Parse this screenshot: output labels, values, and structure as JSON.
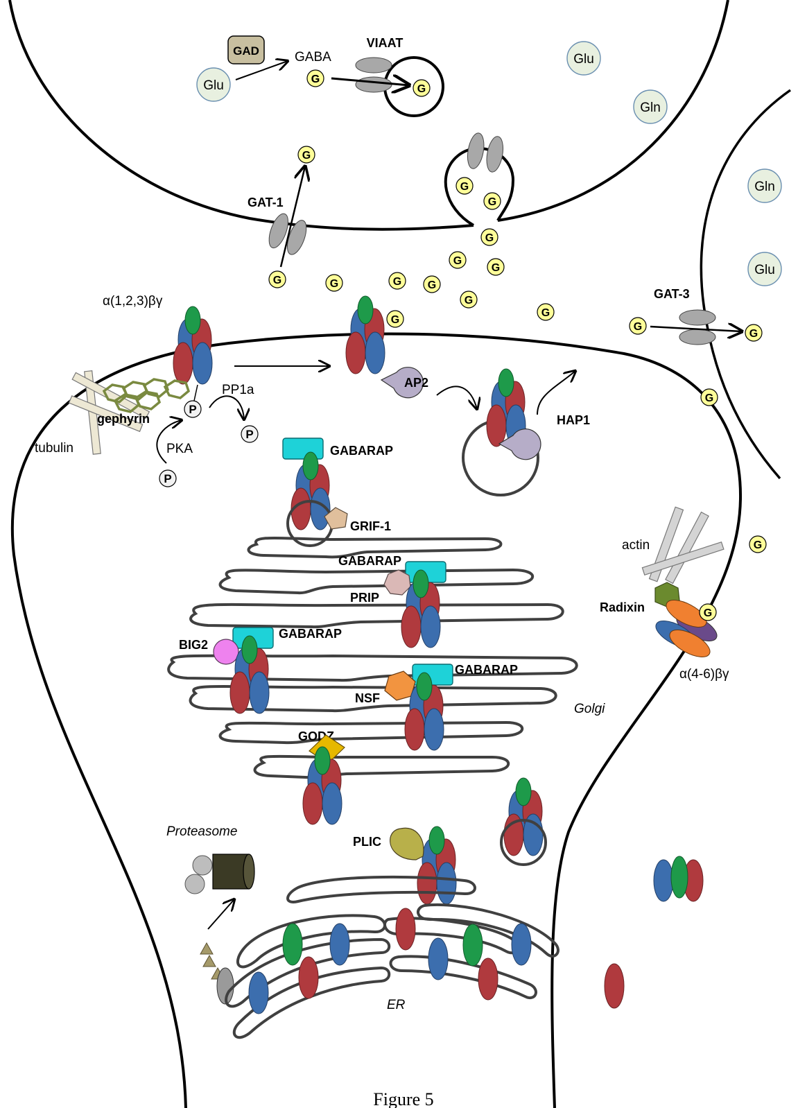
{
  "diagram": {
    "caption": "Figure 5",
    "presynaptic": {
      "gad_label": "GAD",
      "glu_label": "Glu",
      "gaba_label": "GABA",
      "viaat_label": "VIAAT",
      "gat1_label": "GAT-1"
    },
    "astrocyte": {
      "gln_label": "Gln",
      "glu_label": "Glu",
      "gat3_label": "GAT-3"
    },
    "g_label": "G",
    "p_label": "P",
    "postsynaptic": {
      "receptor_synaptic_label": "α(1,2,3)βγ",
      "gephyrin_label": "gephyrin",
      "tubulin_label": "tubulin",
      "pp1a_label": "PP1a",
      "pka_label": "PKA",
      "ap2_label": "AP2",
      "hap1_label": "HAP1",
      "gabarap_label": "GABARAP",
      "grif1_label": "GRIF-1",
      "prip_label": "PRIP",
      "big2_label": "BIG2",
      "nsf_label": "NSF",
      "godz_label": "GODZ",
      "golgi_label": "Golgi",
      "proteasome_label": "Proteasome",
      "plic_label": "PLIC",
      "er_label": "ER",
      "actin_label": "actin",
      "radixin_label": "Radixin",
      "receptor_extrasynaptic_label": "α(4-6)βγ"
    },
    "colors": {
      "alpha_subunit": "#3c6eae",
      "beta_subunit": "#b03a3e",
      "gamma_subunit": "#1e9a4a",
      "gaba_molecule": "#ffff99",
      "gabarap": "#1ed2d8",
      "transporter": "#a8a8a8",
      "membrane": "#000000",
      "organelle": "#404040"
    }
  }
}
